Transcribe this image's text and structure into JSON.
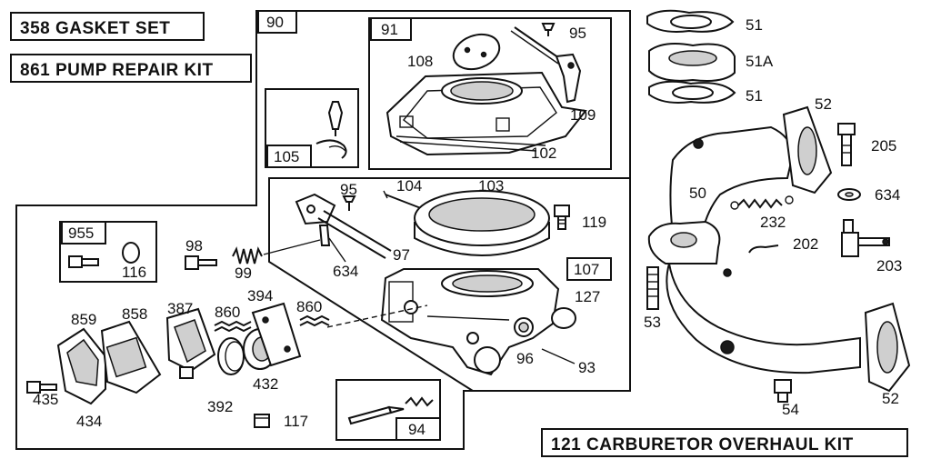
{
  "kits": {
    "gasket_set": "358  GASKET SET",
    "pump_repair_kit": "861  PUMP REPAIR KIT",
    "carburetor_overhaul_kit": "121  CARBURETOR  OVERHAUL KIT"
  },
  "boxes": {
    "b90": "90",
    "b91": "91",
    "b105": "105",
    "b107": "107",
    "b955": "955",
    "b94": "94"
  },
  "callouts": {
    "c95a": "95",
    "c108": "108",
    "c109": "109",
    "c102": "102",
    "c95b": "95",
    "c104": "104",
    "c103": "103",
    "c119": "119",
    "c97": "97",
    "c634a": "634",
    "c127": "127",
    "c96": "96",
    "c93": "93",
    "c98": "98",
    "c99": "99",
    "c116": "116",
    "c859": "859",
    "c858": "858",
    "c387": "387",
    "c860a": "860",
    "c394": "394",
    "c860b": "860",
    "c435": "435",
    "c434": "434",
    "c392": "392",
    "c432": "432",
    "c117": "117",
    "c51a": "51",
    "c51A": "51A",
    "c51b": "51",
    "c52a": "52",
    "c205": "205",
    "c50": "50",
    "c634b": "634",
    "c232": "232",
    "c202": "202",
    "c203": "203",
    "c53": "53",
    "c54": "54",
    "c52b": "52"
  }
}
